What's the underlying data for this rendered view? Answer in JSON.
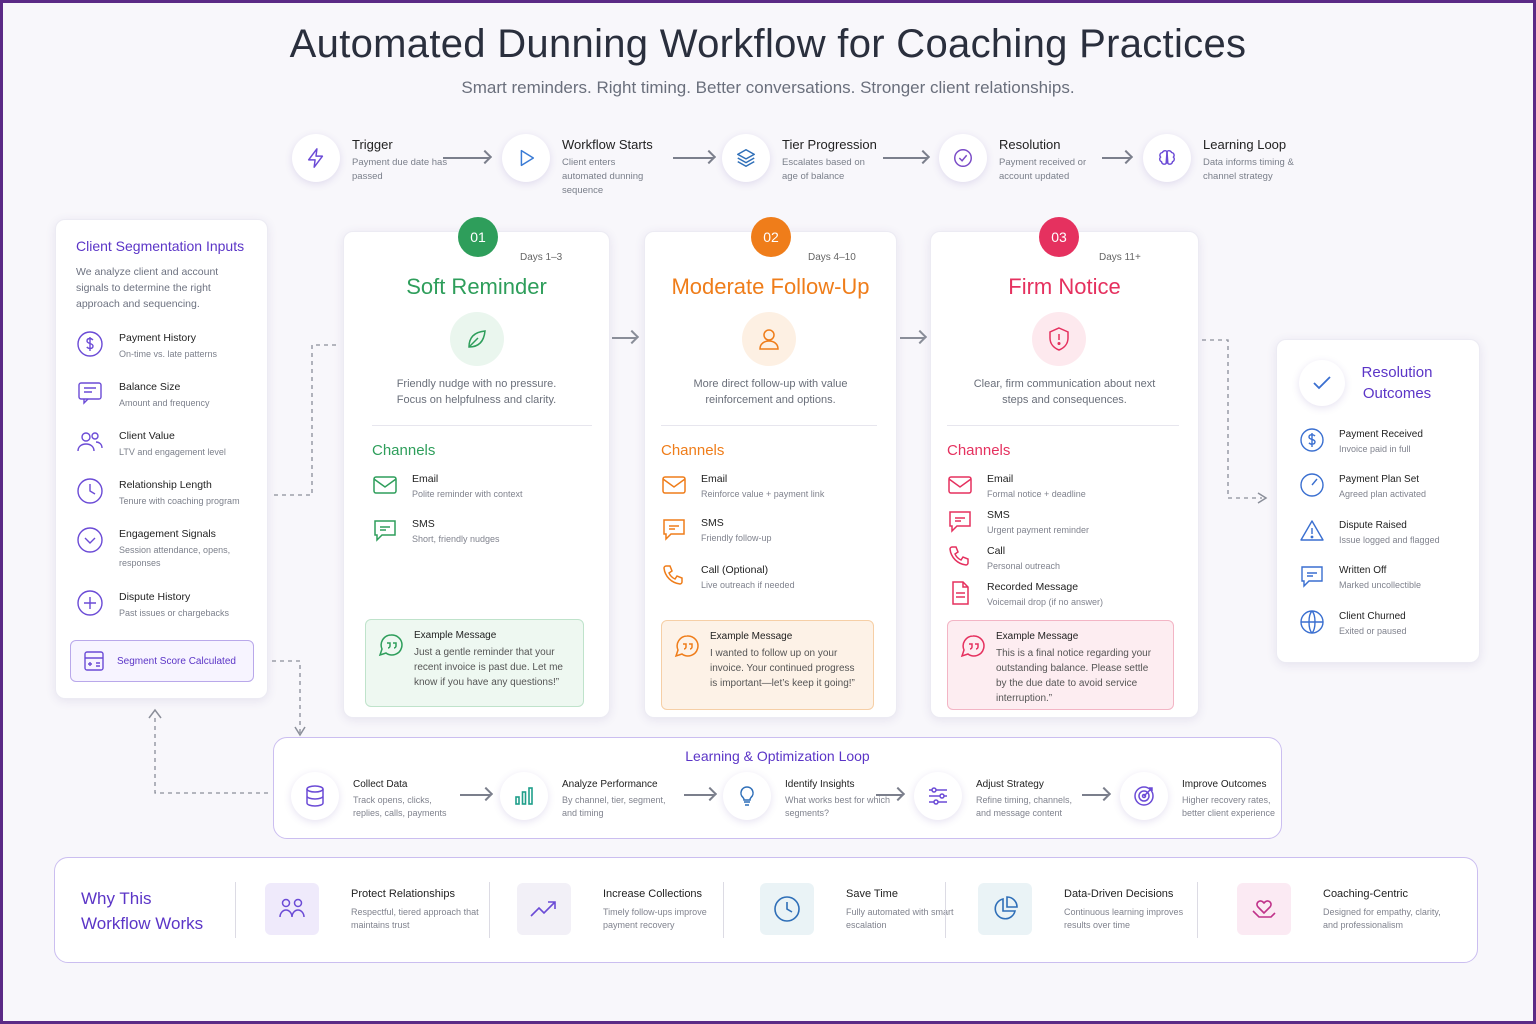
{
  "header": {
    "title": "Automated Dunning Workflow for Coaching Practices",
    "subtitle": "Smart reminders. Right timing. Better conversations. Stronger client relationships."
  },
  "flow": [
    {
      "title": "Trigger",
      "desc": "Payment due date has passed",
      "icon": "lightning-icon"
    },
    {
      "title": "Workflow Starts",
      "desc": "Client enters automated dunning sequence",
      "icon": "play-icon"
    },
    {
      "title": "Tier Progression",
      "desc": "Escalates based on age of balance",
      "icon": "layers-icon"
    },
    {
      "title": "Resolution",
      "desc": "Payment received or account updated",
      "icon": "check-circle-icon"
    },
    {
      "title": "Learning Loop",
      "desc": "Data informs timing & channel strategy",
      "icon": "brain-icon"
    }
  ],
  "segmentation": {
    "title": "Client Segmentation Inputs",
    "desc": "We analyze client and account signals to determine the right approach and sequencing.",
    "items": [
      {
        "title": "Payment History",
        "desc": "On-time vs. late patterns"
      },
      {
        "title": "Balance Size",
        "desc": "Amount and frequency"
      },
      {
        "title": "Client Value",
        "desc": "LTV and engagement level"
      },
      {
        "title": "Relationship Length",
        "desc": "Tenure with coaching program"
      },
      {
        "title": "Engagement Signals",
        "desc": "Session attendance, opens, responses"
      },
      {
        "title": "Dispute History",
        "desc": "Past issues or chargebacks"
      }
    ],
    "button": "Segment Score Calculated"
  },
  "tiers": [
    {
      "num": "01",
      "days": "Days 1–3",
      "title": "Soft Reminder",
      "desc": "Friendly nudge with no pressure. Focus on helpfulness and clarity.",
      "channels_label": "Channels",
      "channels": [
        {
          "title": "Email",
          "desc": "Polite reminder with context"
        },
        {
          "title": "SMS",
          "desc": "Short, friendly nudges"
        }
      ],
      "msg_label": "Example Message",
      "msg": "Just a gentle reminder that your recent invoice is past due. Let me know if you have any questions!”",
      "color": "#2e9e5b"
    },
    {
      "num": "02",
      "days": "Days 4–10",
      "title": "Moderate Follow-Up",
      "desc": "More direct follow-up with value reinforcement and options.",
      "channels_label": "Channels",
      "channels": [
        {
          "title": "Email",
          "desc": "Reinforce value + payment link"
        },
        {
          "title": "SMS",
          "desc": "Friendly follow-up"
        },
        {
          "title": "Call (Optional)",
          "desc": "Live outreach if needed"
        }
      ],
      "msg_label": "Example Message",
      "msg": "I wanted to follow up on your invoice. Your continued progress is important—let’s keep it going!”",
      "color": "#ef7d1a"
    },
    {
      "num": "03",
      "days": "Days 11+",
      "title": "Firm Notice",
      "desc": "Clear, firm communication about next steps and consequences.",
      "channels_label": "Channels",
      "channels": [
        {
          "title": "Email",
          "desc": "Formal notice + deadline"
        },
        {
          "title": "SMS",
          "desc": "Urgent payment reminder"
        },
        {
          "title": "Call",
          "desc": "Personal outreach"
        },
        {
          "title": "Recorded Message",
          "desc": "Voicemail drop (if no answer)"
        }
      ],
      "msg_label": "Example Message",
      "msg": "This is a final notice regarding your outstanding balance. Please settle by the due date to avoid service interruption.”",
      "color": "#e5315f"
    }
  ],
  "resolution": {
    "title": "Resolution Outcomes",
    "items": [
      {
        "title": "Payment Received",
        "desc": "Invoice paid in full"
      },
      {
        "title": "Payment Plan Set",
        "desc": "Agreed plan activated"
      },
      {
        "title": "Dispute Raised",
        "desc": "Issue logged and flagged"
      },
      {
        "title": "Written Off",
        "desc": "Marked uncollectible"
      },
      {
        "title": "Client Churned",
        "desc": "Exited or paused"
      }
    ]
  },
  "loop": {
    "title": "Learning & Optimization Loop",
    "steps": [
      {
        "title": "Collect Data",
        "desc": "Track opens, clicks, replies, calls, payments"
      },
      {
        "title": "Analyze Performance",
        "desc": "By channel, tier, segment, and timing"
      },
      {
        "title": "Identify Insights",
        "desc": "What works best for which segments?"
      },
      {
        "title": "Adjust Strategy",
        "desc": "Refine timing, channels, and message content"
      },
      {
        "title": "Improve Outcomes",
        "desc": "Higher recovery rates, better client experience"
      }
    ]
  },
  "why": {
    "title": "Why This Workflow Works",
    "items": [
      {
        "title": "Protect Relationships",
        "desc": "Respectful, tiered approach that maintains trust"
      },
      {
        "title": "Increase Collections",
        "desc": "Timely follow-ups improve payment recovery"
      },
      {
        "title": "Save Time",
        "desc": "Fully automated with smart escalation"
      },
      {
        "title": "Data-Driven Decisions",
        "desc": "Continuous learning improves results over time"
      },
      {
        "title": "Coaching-Centric",
        "desc": "Designed for empathy, clarity, and professionalism"
      }
    ]
  },
  "colors": {
    "accent": "#5b35c7",
    "green": "#2e9e5b",
    "orange": "#ef7d1a",
    "red": "#e5315f",
    "frame": "#5b2a86"
  }
}
